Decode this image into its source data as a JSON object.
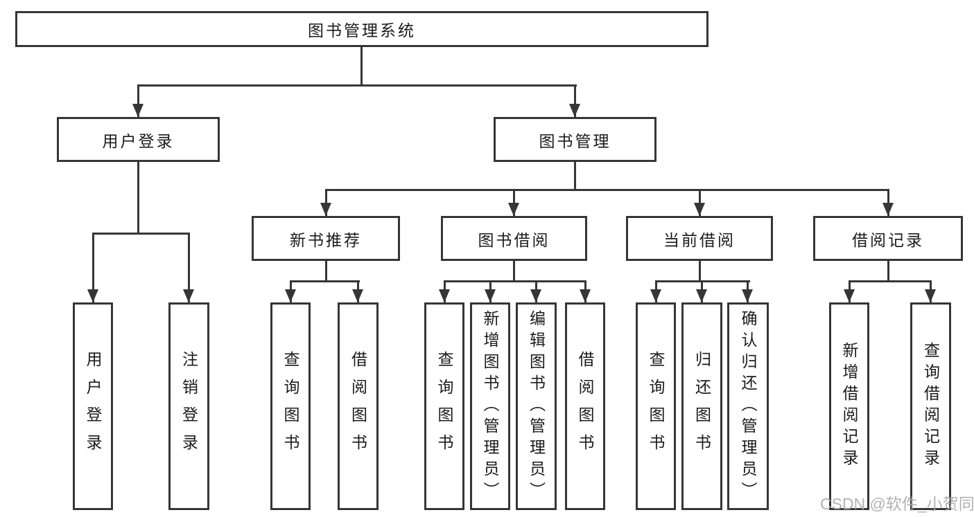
{
  "tree": {
    "root": "图书管理系统",
    "branches": [
      {
        "label": "用户登录",
        "leaves": [
          "用户登录",
          "注销登录"
        ]
      },
      {
        "label": "图书管理",
        "groups": [
          {
            "label": "新书推荐",
            "leaves": [
              "查询图书",
              "借阅图书"
            ]
          },
          {
            "label": "图书借阅",
            "leaves": [
              "查询图书",
              "新增图书（管理员）",
              "编辑图书（管理员）",
              "借阅图书"
            ]
          },
          {
            "label": "当前借阅",
            "leaves": [
              "查询图书",
              "归还图书",
              "确认归还（管理员）"
            ]
          },
          {
            "label": "借阅记录",
            "leaves": [
              "新增借阅记录",
              "查询借阅记录"
            ]
          }
        ]
      }
    ]
  },
  "watermark": "CSDN @软件_小贺同学",
  "colors": {
    "line": "#363636",
    "text": "#1b1b1b",
    "box_bg": "#ffffff",
    "watermark": "#ababab"
  }
}
